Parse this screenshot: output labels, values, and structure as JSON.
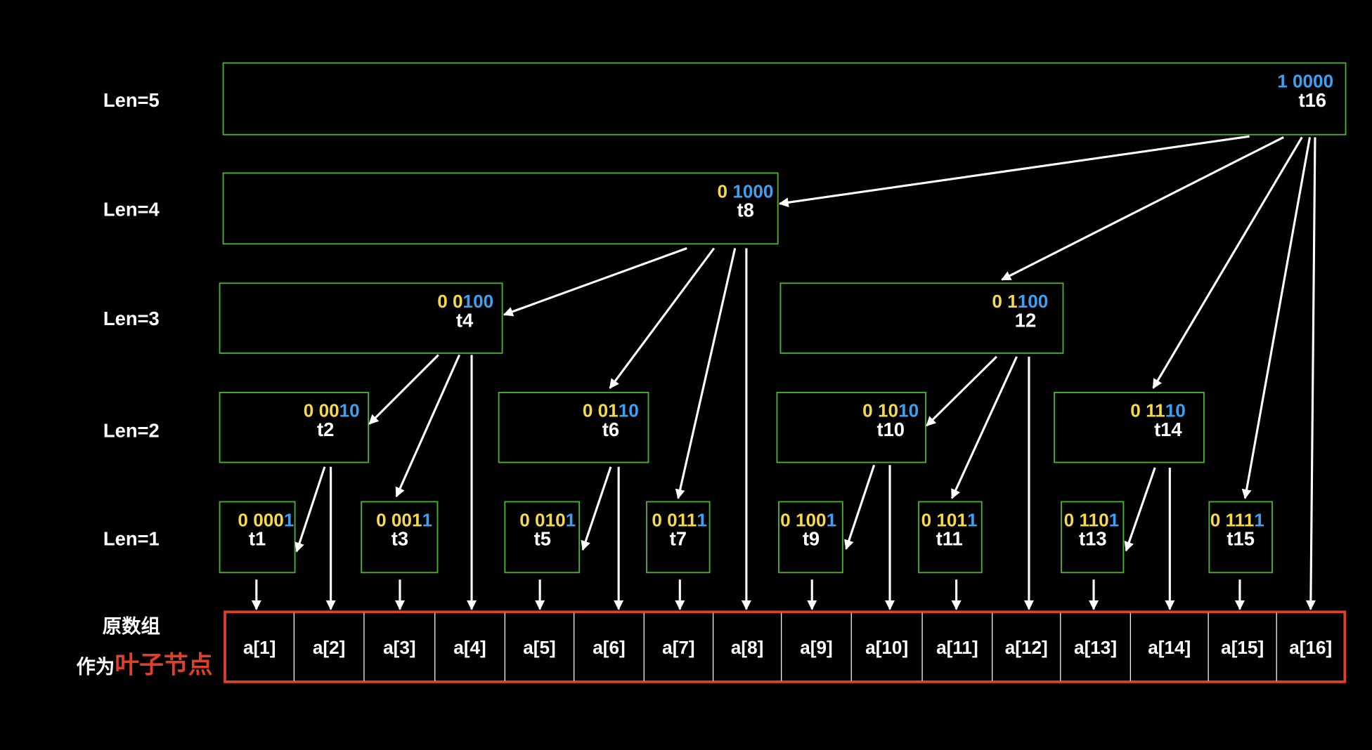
{
  "levels": [
    "Len=5",
    "Len=4",
    "Len=3",
    "Len=2",
    "Len=1"
  ],
  "nodes": [
    {
      "id": "t16",
      "yellow": "",
      "blue": "1 0000",
      "label": "t16"
    },
    {
      "id": "t8",
      "yellow": "0 ",
      "blue": "1000",
      "label": "t8"
    },
    {
      "id": "t4",
      "yellow": "0 0",
      "blue": "100",
      "label": "t4"
    },
    {
      "id": "t12",
      "yellow": "0 1",
      "blue": "100",
      "label": "12"
    },
    {
      "id": "t2",
      "yellow": "0 00",
      "blue": "10",
      "label": "t2"
    },
    {
      "id": "t6",
      "yellow": "0 01",
      "blue": "10",
      "label": "t6"
    },
    {
      "id": "t10",
      "yellow": "0 10",
      "blue": "10",
      "label": "t10"
    },
    {
      "id": "t14",
      "yellow": "0 11",
      "blue": "10",
      "label": "t14"
    },
    {
      "id": "t1",
      "yellow": "0 000",
      "blue": "1",
      "label": "t1"
    },
    {
      "id": "t3",
      "yellow": "0 001",
      "blue": "1",
      "label": "t3"
    },
    {
      "id": "t5",
      "yellow": "0 010",
      "blue": "1",
      "label": "t5"
    },
    {
      "id": "t7",
      "yellow": "0 011",
      "blue": "1",
      "label": "t7"
    },
    {
      "id": "t9",
      "yellow": "0 100",
      "blue": "1",
      "label": "t9"
    },
    {
      "id": "t11",
      "yellow": "0 101",
      "blue": "1",
      "label": "t11"
    },
    {
      "id": "t13",
      "yellow": "0 110",
      "blue": "1",
      "label": "t13"
    },
    {
      "id": "t15",
      "yellow": "0 111",
      "blue": "1",
      "label": "t15"
    }
  ],
  "array": {
    "caption_line1": "原数组",
    "caption_prefix": "作为",
    "caption_highlight": "叶子节点",
    "cells": [
      "a[1]",
      "a[2]",
      "a[3]",
      "a[4]",
      "a[5]",
      "a[6]",
      "a[7]",
      "a[8]",
      "a[9]",
      "a[10]",
      "a[11]",
      "a[12]",
      "a[13]",
      "a[14]",
      "a[15]",
      "a[16]"
    ]
  },
  "colors": {
    "box": "#4caf32",
    "yellow": "#f5d94a",
    "blue": "#3da0f0",
    "highlight": "#e0402a",
    "array_border": "#e0402a"
  }
}
